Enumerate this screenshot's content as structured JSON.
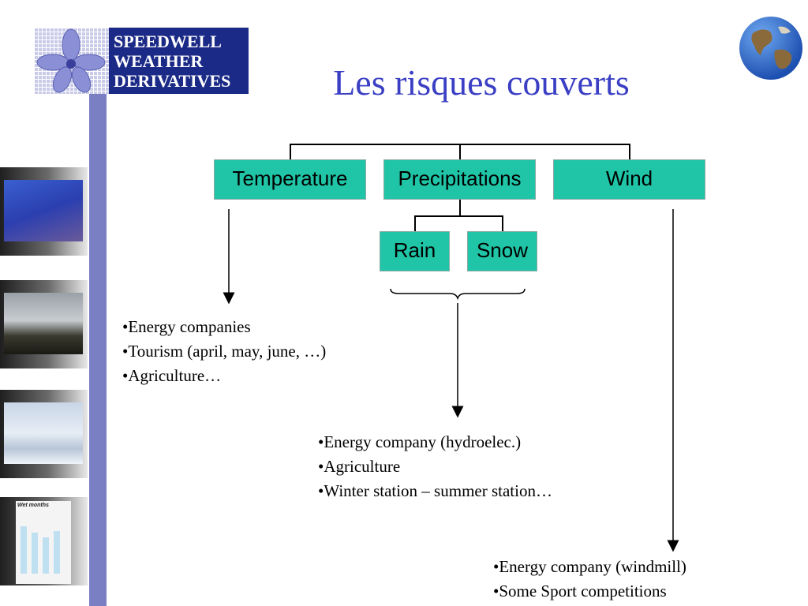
{
  "slide": {
    "title": "Les risques couverts",
    "logo": {
      "line1": "SPEEDWELL",
      "line2": "WEATHER",
      "line3": "DERIVATIVES"
    },
    "thumbnail4_caption": "Wet months"
  },
  "diagram": {
    "nodes": {
      "temperature": "Temperature",
      "precipitations": "Precipitations",
      "wind": "Wind",
      "rain": "Rain",
      "snow": "Snow"
    },
    "temperature_uses": [
      "•Energy companies",
      "•Tourism (april, may, june, …)",
      "•Agriculture…"
    ],
    "precipitation_uses": [
      "•Energy company (hydroelec.)",
      "•Agriculture",
      "•Winter station – summer station…"
    ],
    "wind_uses": [
      "•Energy company (windmill)",
      "•Some Sport competitions"
    ]
  },
  "colors": {
    "node_fill": "#1fc5a6",
    "title": "#3a3fc4",
    "accent_bar": "#7a7fc4",
    "logo_bg": "#1b2a86"
  }
}
